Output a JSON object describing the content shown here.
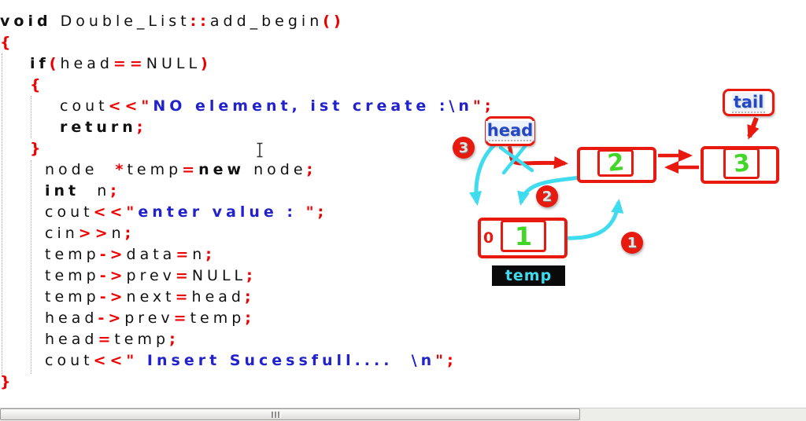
{
  "colors": {
    "background": "#ffffff",
    "code-black": "#111111",
    "code-red": "#ee0000",
    "code-blue": "#2222cc",
    "diagram-red": "#e8190f",
    "diagram-cyan": "#3fdbee",
    "diagram-green": "#42d628",
    "label-blue": "#2348c6",
    "temp-bg": "#0a0a0a"
  },
  "editor": {
    "code_lines": [
      {
        "indent": 0,
        "segments": [
          {
            "t": "void",
            "c": "kw"
          },
          {
            "t": " ",
            "c": "pl"
          },
          {
            "t": "Double_List",
            "c": "pl"
          },
          {
            "t": "::",
            "c": "op"
          },
          {
            "t": "add_begin",
            "c": "pl"
          },
          {
            "t": "()",
            "c": "op"
          }
        ]
      },
      {
        "indent": 0,
        "segments": [
          {
            "t": "{",
            "c": "op"
          }
        ]
      },
      {
        "indent": 38,
        "segments": [
          {
            "t": "if",
            "c": "kw"
          },
          {
            "t": "(",
            "c": "op"
          },
          {
            "t": "head",
            "c": "pl"
          },
          {
            "t": "==",
            "c": "op"
          },
          {
            "t": "NULL",
            "c": "pl"
          },
          {
            "t": ")",
            "c": "op"
          }
        ]
      },
      {
        "indent": 38,
        "segments": [
          {
            "t": "{",
            "c": "op"
          }
        ]
      },
      {
        "indent": 76,
        "segments": [
          {
            "t": "cout",
            "c": "pl"
          },
          {
            "t": "<<",
            "c": "op"
          },
          {
            "t": "\"",
            "c": "op"
          },
          {
            "t": "NO element, ist create :\\n",
            "c": "str"
          },
          {
            "t": "\"",
            "c": "op"
          },
          {
            "t": ";",
            "c": "op"
          }
        ]
      },
      {
        "indent": 76,
        "segments": [
          {
            "t": "return",
            "c": "kw"
          },
          {
            "t": ";",
            "c": "op"
          }
        ]
      },
      {
        "indent": 38,
        "segments": [
          {
            "t": "}",
            "c": "op"
          }
        ]
      },
      {
        "indent": 57,
        "segments": [
          {
            "t": "node",
            "c": "pl"
          },
          {
            "t": "  ",
            "c": "pl"
          },
          {
            "t": "*",
            "c": "op"
          },
          {
            "t": "temp",
            "c": "pl"
          },
          {
            "t": "=",
            "c": "op"
          },
          {
            "t": "new",
            "c": "kw"
          },
          {
            "t": " ",
            "c": "pl"
          },
          {
            "t": "node",
            "c": "pl"
          },
          {
            "t": ";",
            "c": "op"
          }
        ]
      },
      {
        "indent": 57,
        "segments": [
          {
            "t": "int",
            "c": "kw"
          },
          {
            "t": "  ",
            "c": "pl"
          },
          {
            "t": "n",
            "c": "pl"
          },
          {
            "t": ";",
            "c": "op"
          }
        ]
      },
      {
        "indent": 57,
        "segments": [
          {
            "t": "cout",
            "c": "pl"
          },
          {
            "t": "<<",
            "c": "op"
          },
          {
            "t": "\"",
            "c": "op"
          },
          {
            "t": "enter value : ",
            "c": "str"
          },
          {
            "t": "\"",
            "c": "op"
          },
          {
            "t": ";",
            "c": "op"
          }
        ]
      },
      {
        "indent": 57,
        "segments": [
          {
            "t": "cin",
            "c": "pl"
          },
          {
            "t": ">>",
            "c": "op"
          },
          {
            "t": "n",
            "c": "pl"
          },
          {
            "t": ";",
            "c": "op"
          }
        ]
      },
      {
        "indent": 57,
        "segments": [
          {
            "t": "temp",
            "c": "pl"
          },
          {
            "t": "->",
            "c": "op"
          },
          {
            "t": "data",
            "c": "pl"
          },
          {
            "t": "=",
            "c": "op"
          },
          {
            "t": "n",
            "c": "pl"
          },
          {
            "t": ";",
            "c": "op"
          }
        ]
      },
      {
        "indent": 57,
        "segments": [
          {
            "t": "temp",
            "c": "pl"
          },
          {
            "t": "->",
            "c": "op"
          },
          {
            "t": "prev",
            "c": "pl"
          },
          {
            "t": "=",
            "c": "op"
          },
          {
            "t": "NULL",
            "c": "pl"
          },
          {
            "t": ";",
            "c": "op"
          }
        ]
      },
      {
        "indent": 57,
        "segments": [
          {
            "t": "temp",
            "c": "pl"
          },
          {
            "t": "->",
            "c": "op"
          },
          {
            "t": "next",
            "c": "pl"
          },
          {
            "t": "=",
            "c": "op"
          },
          {
            "t": "head",
            "c": "pl"
          },
          {
            "t": ";",
            "c": "op"
          }
        ]
      },
      {
        "indent": 57,
        "segments": [
          {
            "t": "head",
            "c": "pl"
          },
          {
            "t": "->",
            "c": "op"
          },
          {
            "t": "prev",
            "c": "pl"
          },
          {
            "t": "=",
            "c": "op"
          },
          {
            "t": "temp",
            "c": "pl"
          },
          {
            "t": ";",
            "c": "op"
          }
        ]
      },
      {
        "indent": 57,
        "segments": [
          {
            "t": "head",
            "c": "pl"
          },
          {
            "t": "=",
            "c": "op"
          },
          {
            "t": "temp",
            "c": "pl"
          },
          {
            "t": ";",
            "c": "op"
          }
        ]
      },
      {
        "indent": 57,
        "segments": [
          {
            "t": "cout",
            "c": "pl"
          },
          {
            "t": "<<",
            "c": "op"
          },
          {
            "t": "\"",
            "c": "op"
          },
          {
            "t": " Insert Sucessfull....  \\n",
            "c": "str"
          },
          {
            "t": "\"",
            "c": "op"
          },
          {
            "t": ";",
            "c": "op"
          }
        ]
      },
      {
        "indent": 0,
        "segments": [
          {
            "t": "}",
            "c": "op"
          }
        ]
      }
    ]
  },
  "diagram": {
    "labels": {
      "head": "head",
      "tail": "tail",
      "temp": "temp"
    },
    "nodes": [
      {
        "value": "2"
      },
      {
        "value": "3"
      },
      {
        "value": "1",
        "prev": "0"
      }
    ],
    "steps": [
      "1",
      "2",
      "3"
    ]
  }
}
